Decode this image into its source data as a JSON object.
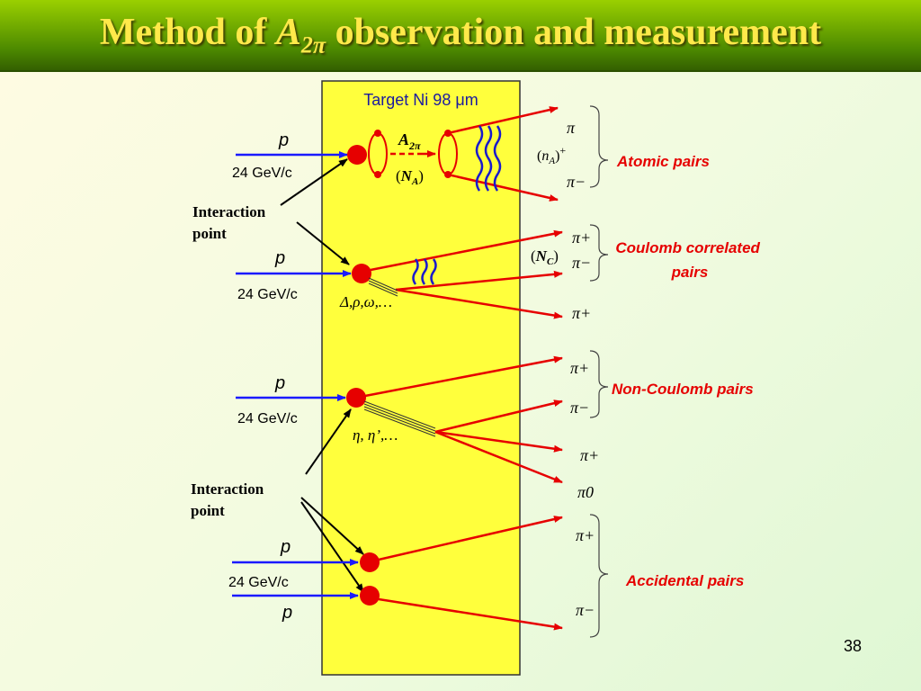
{
  "slide": {
    "title_prefix": "Method of ",
    "title_symbol": "A",
    "title_subscript": "2π",
    "title_suffix": " observation and measurement",
    "page_number": "38"
  },
  "target": {
    "label": "Target Ni 98 μm",
    "fill_color": "#ffff3c"
  },
  "beams": {
    "p_label": "p",
    "momentum_label": "24 GeV/c"
  },
  "annotations": {
    "interaction_point": [
      "Interaction",
      "point"
    ],
    "atom_symbol": "A",
    "atom_subscript": "2π",
    "atom_count_symbol": "N",
    "atom_count_subscript": "A",
    "atomic_count_symbol": "n",
    "atomic_count_subscript": "A",
    "coulomb_count_symbol": "N",
    "coulomb_count_subscript": "C",
    "resonances_short": "Δ,ρ,ω,…",
    "resonances_long": "η, η’,…"
  },
  "particles": {
    "pi": "π",
    "pi_plus": "π+",
    "pi_minus": "π−",
    "pi_zero": "π0",
    "sup_plus": "+"
  },
  "categories": {
    "atomic": "Atomic pairs",
    "coulomb": [
      "Coulomb correlated",
      "pairs"
    ],
    "noncoulomb": "Non-Coulomb pairs",
    "accidental": "Accidental pairs"
  },
  "colors": {
    "track": "#e60000",
    "beam": "#1a1aff",
    "label_red": "#e60000",
    "wave": "#1a1acc",
    "title_text": "#ffe94a"
  }
}
